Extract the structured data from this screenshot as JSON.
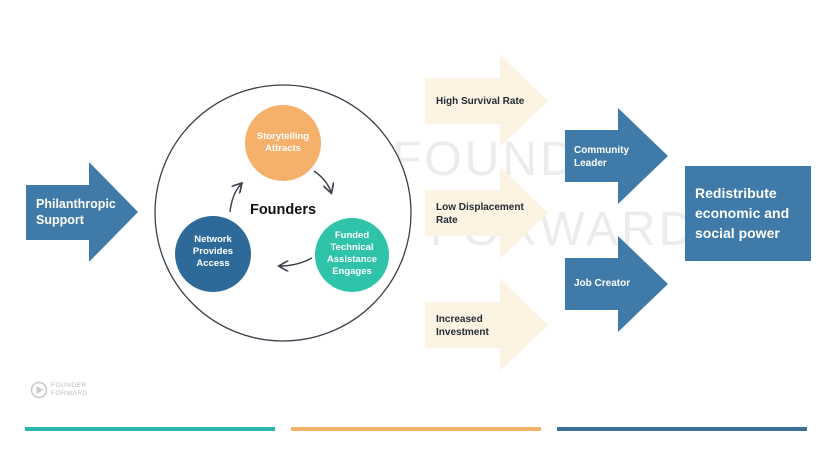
{
  "input": {
    "label": "Philanthropic Support"
  },
  "cycle": {
    "center_label": "Founders",
    "nodes": {
      "storytelling": "Storytelling Attracts",
      "funded": "Funded Technical Assistance Engages",
      "network": "Network Provides Access"
    }
  },
  "outcomes": [
    "High Survival Rate",
    "Low Displacement Rate",
    "Increased Investment"
  ],
  "roles": [
    "Community Leader",
    "Job Creator"
  ],
  "result": {
    "label": "Redistribute economic and social power"
  },
  "watermark": {
    "line1": "FOUNDER",
    "line2": "FORWARD"
  },
  "logo": {
    "line1": "FOUNDER",
    "line2": "FORWARD"
  },
  "colors": {
    "blue": "#3f7aa8",
    "orange": "#f5b06b",
    "teal": "#2fc3aa",
    "navy": "#2d6a9a",
    "cream": "#fdf3e2",
    "bar_teal": "#2bb8a8",
    "bar_orange": "#f5b26b",
    "bar_blue": "#3e6f9a"
  }
}
